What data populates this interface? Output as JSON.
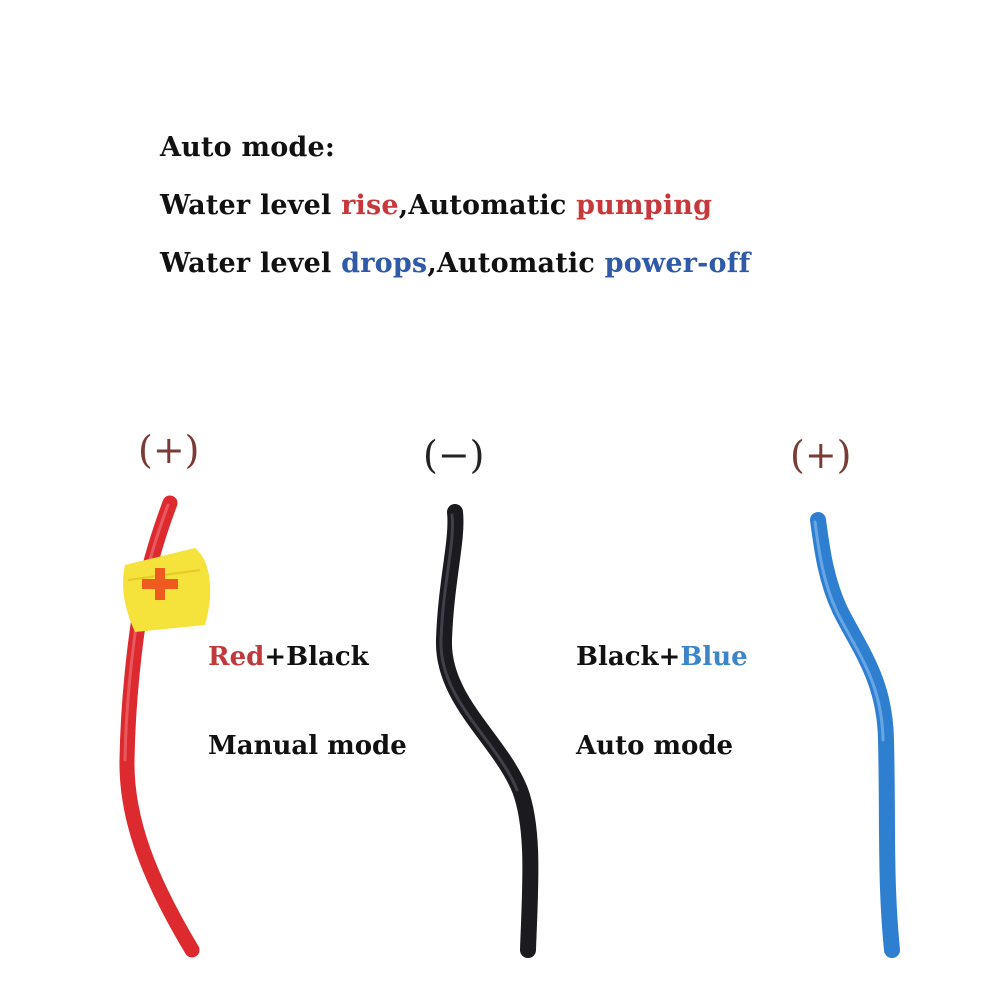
{
  "header": {
    "title": "Auto mode:",
    "line2": {
      "prefix": "Water level ",
      "word1": "rise",
      "middle": ",Automatic ",
      "word2": "pumping"
    },
    "line3": {
      "prefix": "Water level ",
      "word1": "drops",
      "middle": ",Automatic ",
      "word2": "power-off"
    }
  },
  "polarity": {
    "red": "(+)",
    "black": "(−)",
    "blue": "(+)"
  },
  "left": {
    "combo": {
      "color1": "Red",
      "rest": "+Black"
    },
    "mode": "Manual mode"
  },
  "right": {
    "combo": {
      "color1": "Black+",
      "color2": "Blue"
    },
    "mode": "Auto mode"
  },
  "colors": {
    "red_wire": "#dd2a2f",
    "black_wire": "#1a1a1f",
    "blue_wire": "#2f7fd1",
    "tag_yellow": "#f5e23a",
    "accent_red": "#c8373a",
    "accent_blue": "#2f5aa8"
  },
  "wires": [
    "red-wire",
    "black-wire",
    "blue-wire"
  ]
}
